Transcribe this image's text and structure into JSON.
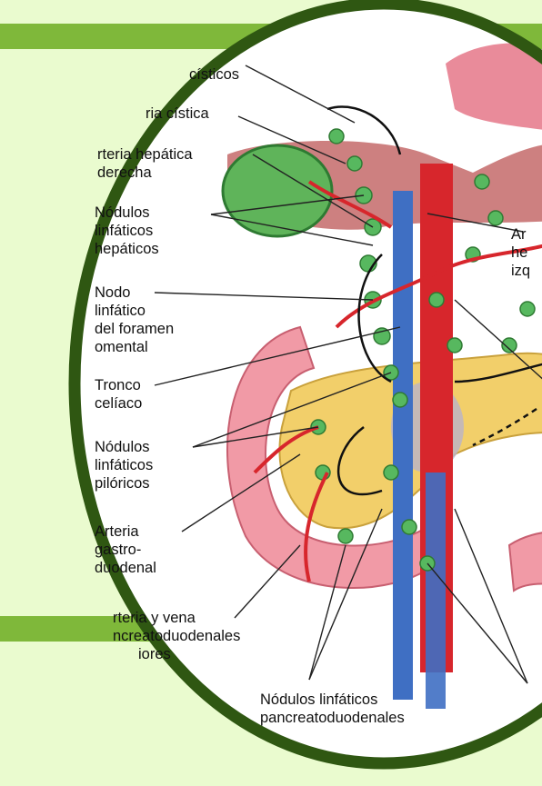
{
  "colors": {
    "background": "#eafbcf",
    "band": "#7fb83a",
    "ring": "#2f5712",
    "artery": "#d7262c",
    "vein": "#3f6fc3",
    "lymph": "#57b85f",
    "pancreas": "#f2cf6a",
    "duodenum": "#f19aa6",
    "liver": "#c46a6a"
  },
  "labels": {
    "l1": "císticos",
    "l2": "ria cística",
    "l3a": "rteria hepática",
    "l3b": "derecha",
    "l4a": "Nódulos",
    "l4b": "linfáticos",
    "l4c": "hepáticos",
    "l5a": "Nodo",
    "l5b": "linfático",
    "l5c": "del foramen",
    "l5d": "omental",
    "l6a": "Tronco",
    "l6b": "celíaco",
    "l7a": "Nódulos",
    "l7b": "linfáticos",
    "l7c": "pilóricos",
    "l8a": "Arteria",
    "l8b": "gastro-",
    "l8c": "duodenal",
    "l9a": "rteria y vena",
    "l9b": "ncreatoduodenales",
    "l9c": "iores",
    "l10a": "Nódulos linfáticos",
    "l10b": "pancreatoduodenales",
    "r1a": "Ar",
    "r1b": "he",
    "r1c": "izq"
  }
}
